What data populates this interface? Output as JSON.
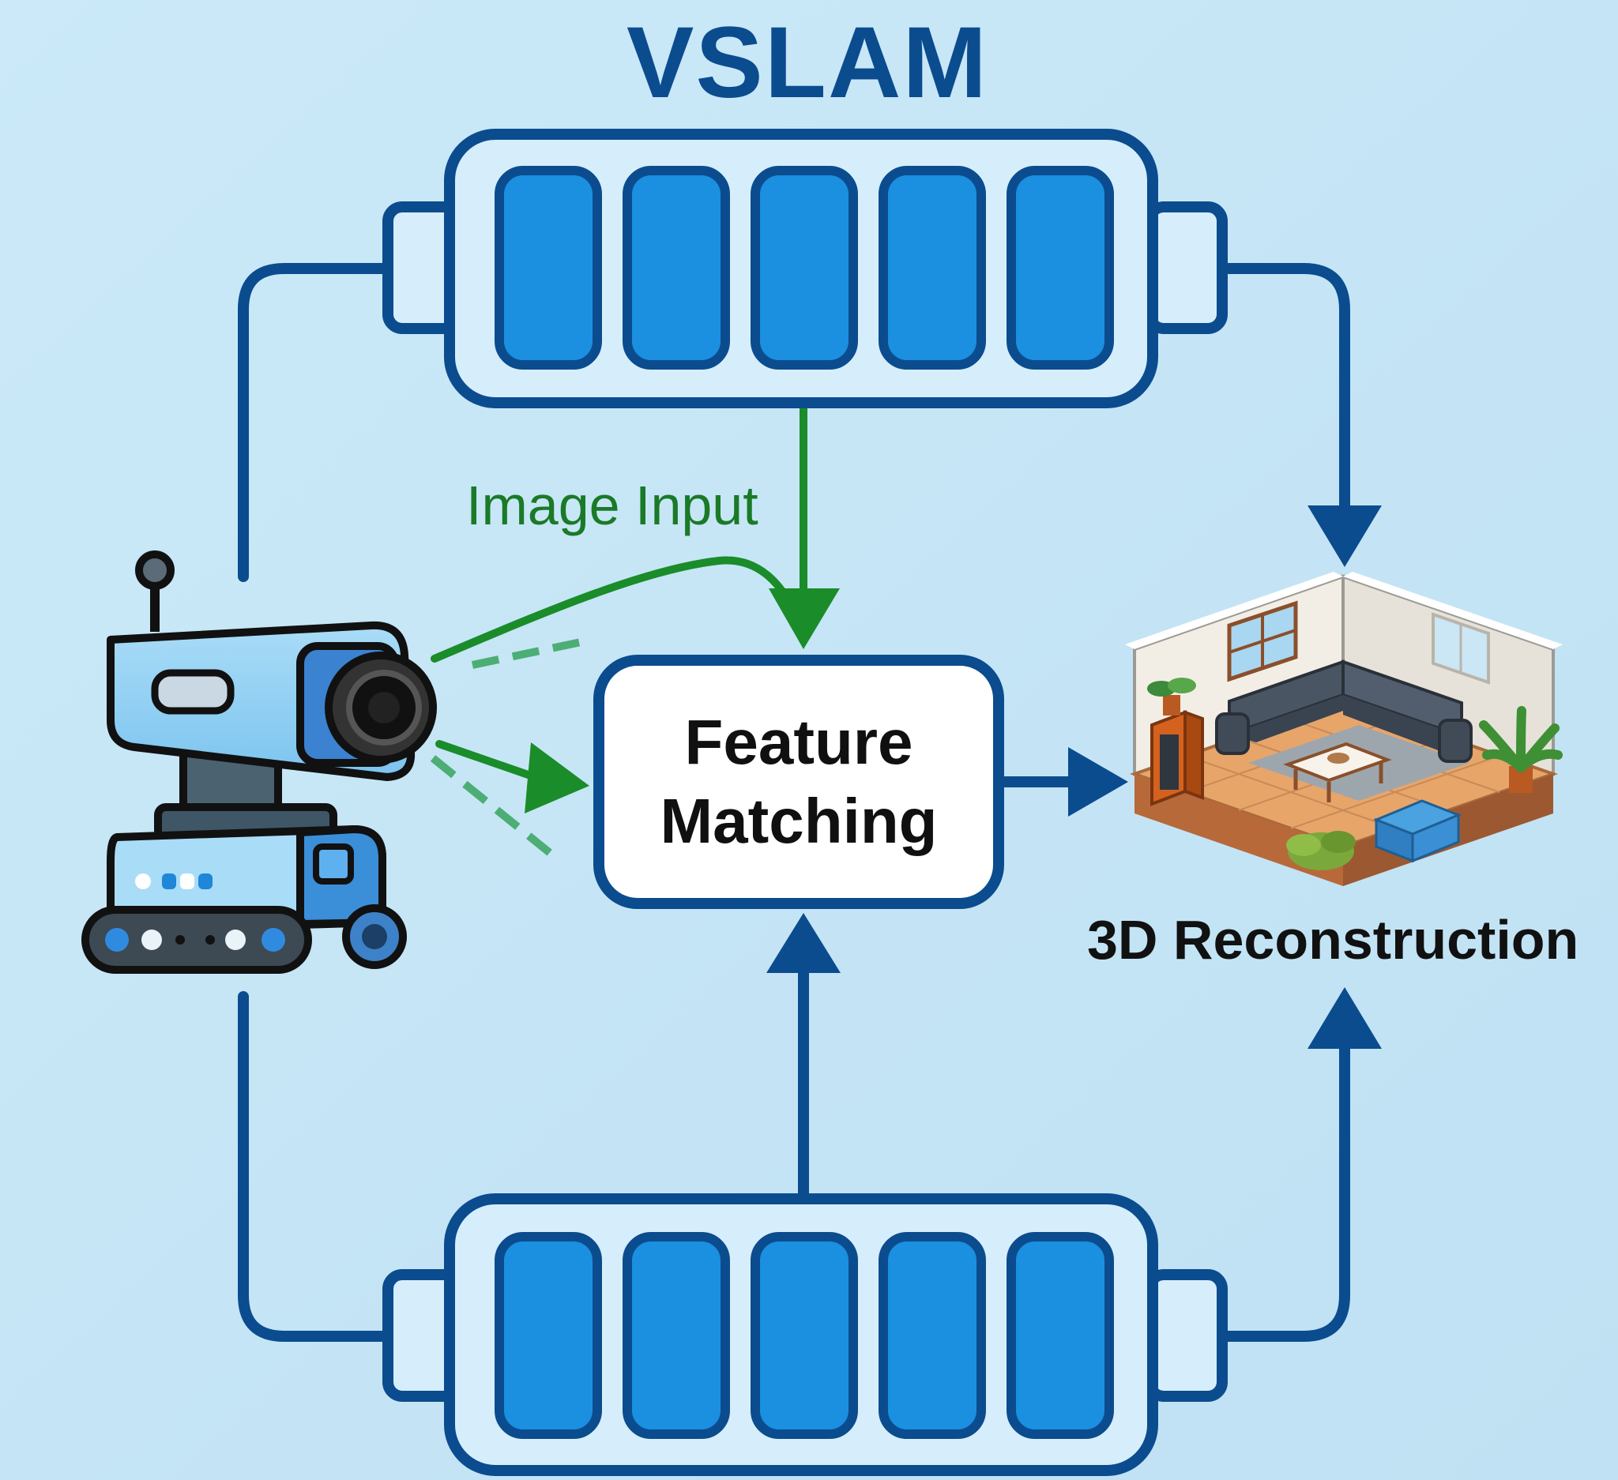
{
  "diagram": {
    "title": "VSLAM",
    "image_input_label": "Image Input",
    "center_box": {
      "line1": "Feature",
      "line2": "Matching"
    },
    "output_label": "3D Reconstruction",
    "battery_cell_count": 5,
    "colors": {
      "background": "#c6e6f6",
      "line": "#0b4c8f",
      "battery_cell": "#1b8fe0",
      "green_arrow": "#1a8c2a",
      "green_dashed": "#4cae74",
      "title": "#0b4c8f"
    },
    "icons": [
      "robot-camera-icon",
      "battery-top-icon",
      "battery-bottom-icon",
      "living-room-3d-icon"
    ]
  }
}
